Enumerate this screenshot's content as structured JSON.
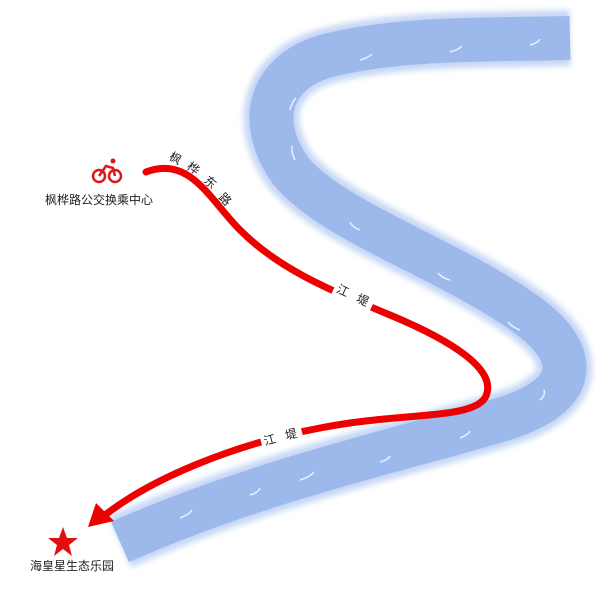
{
  "map": {
    "start": {
      "label": "枫桦路公交换乘中心",
      "icon": "bicycle-icon"
    },
    "end": {
      "label": "海皇星生态乐园",
      "icon": "star-icon"
    },
    "roads": [
      {
        "label_chars": [
          "枫",
          "桦",
          "东",
          "路"
        ]
      },
      {
        "label_chars": [
          "江",
          "堤"
        ]
      },
      {
        "label_chars": [
          "江",
          "堤"
        ]
      }
    ],
    "colors": {
      "route": "#ee0000",
      "river": "#9db9ec",
      "river_edge": "#b9cff3"
    }
  }
}
